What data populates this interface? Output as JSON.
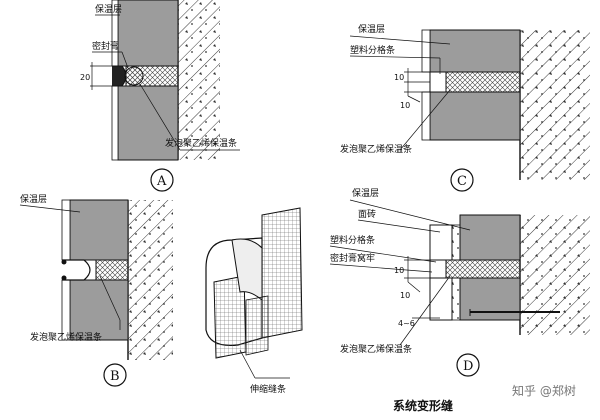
{
  "panels": {
    "A": {
      "label": "A",
      "insulation": "保温层",
      "sealant": "密封膏",
      "strip": "发泡聚乙烯保温条",
      "dim": "20"
    },
    "B": {
      "label": "B",
      "insulation": "保温层",
      "strip": "发泡聚乙烯保温条",
      "expansion": "伸缩缝条"
    },
    "C": {
      "label": "C",
      "insulation": "保温层",
      "divider": "塑料分格条",
      "strip": "发泡聚乙烯保温条",
      "dim1": "10",
      "dim2": "10"
    },
    "D": {
      "label": "D",
      "insulation": "保温层",
      "tile": "面砖",
      "divider": "塑料分格条",
      "sealant": "密封膏窝牢",
      "strip": "发泡聚乙烯保温条",
      "dim1": "10",
      "dim2": "10",
      "dim3": "4~6"
    }
  },
  "caption": "系统变形缝",
  "watermark": "知乎 @郑树"
}
